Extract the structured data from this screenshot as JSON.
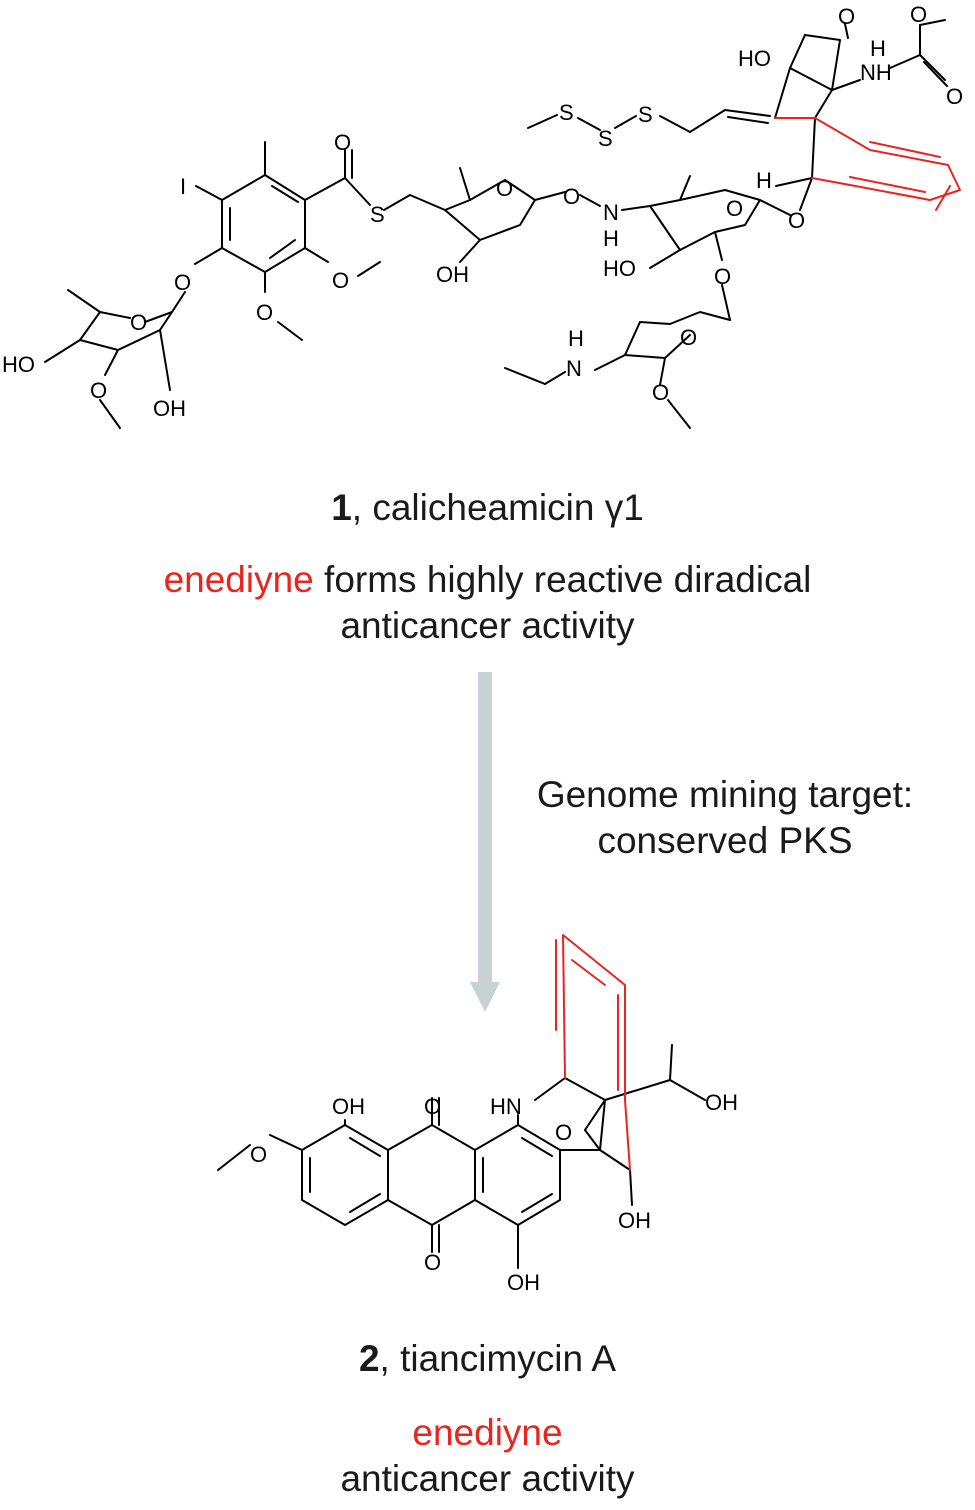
{
  "compound1": {
    "number": "1",
    "name": "calicheamicin γ1",
    "highlight": "enediyne",
    "desc_rest": "forms highly reactive diradical",
    "activity": "anticancer activity"
  },
  "arrow": {
    "line1": "Genome mining target:",
    "line2": "conserved PKS"
  },
  "compound2": {
    "number": "2",
    "name": "tiancimycin A",
    "highlight": "enediyne",
    "activity": "anticancer activity"
  },
  "atoms": {
    "o": "O",
    "s": "S",
    "n": "N",
    "h": "H",
    "i": "I",
    "oh": "OH",
    "ho": "HO",
    "nh": "NH",
    "hn": "HN"
  },
  "colors": {
    "highlight": "#e8251f",
    "arrow": "#c8d2d4",
    "text": "#1a1a1a"
  }
}
